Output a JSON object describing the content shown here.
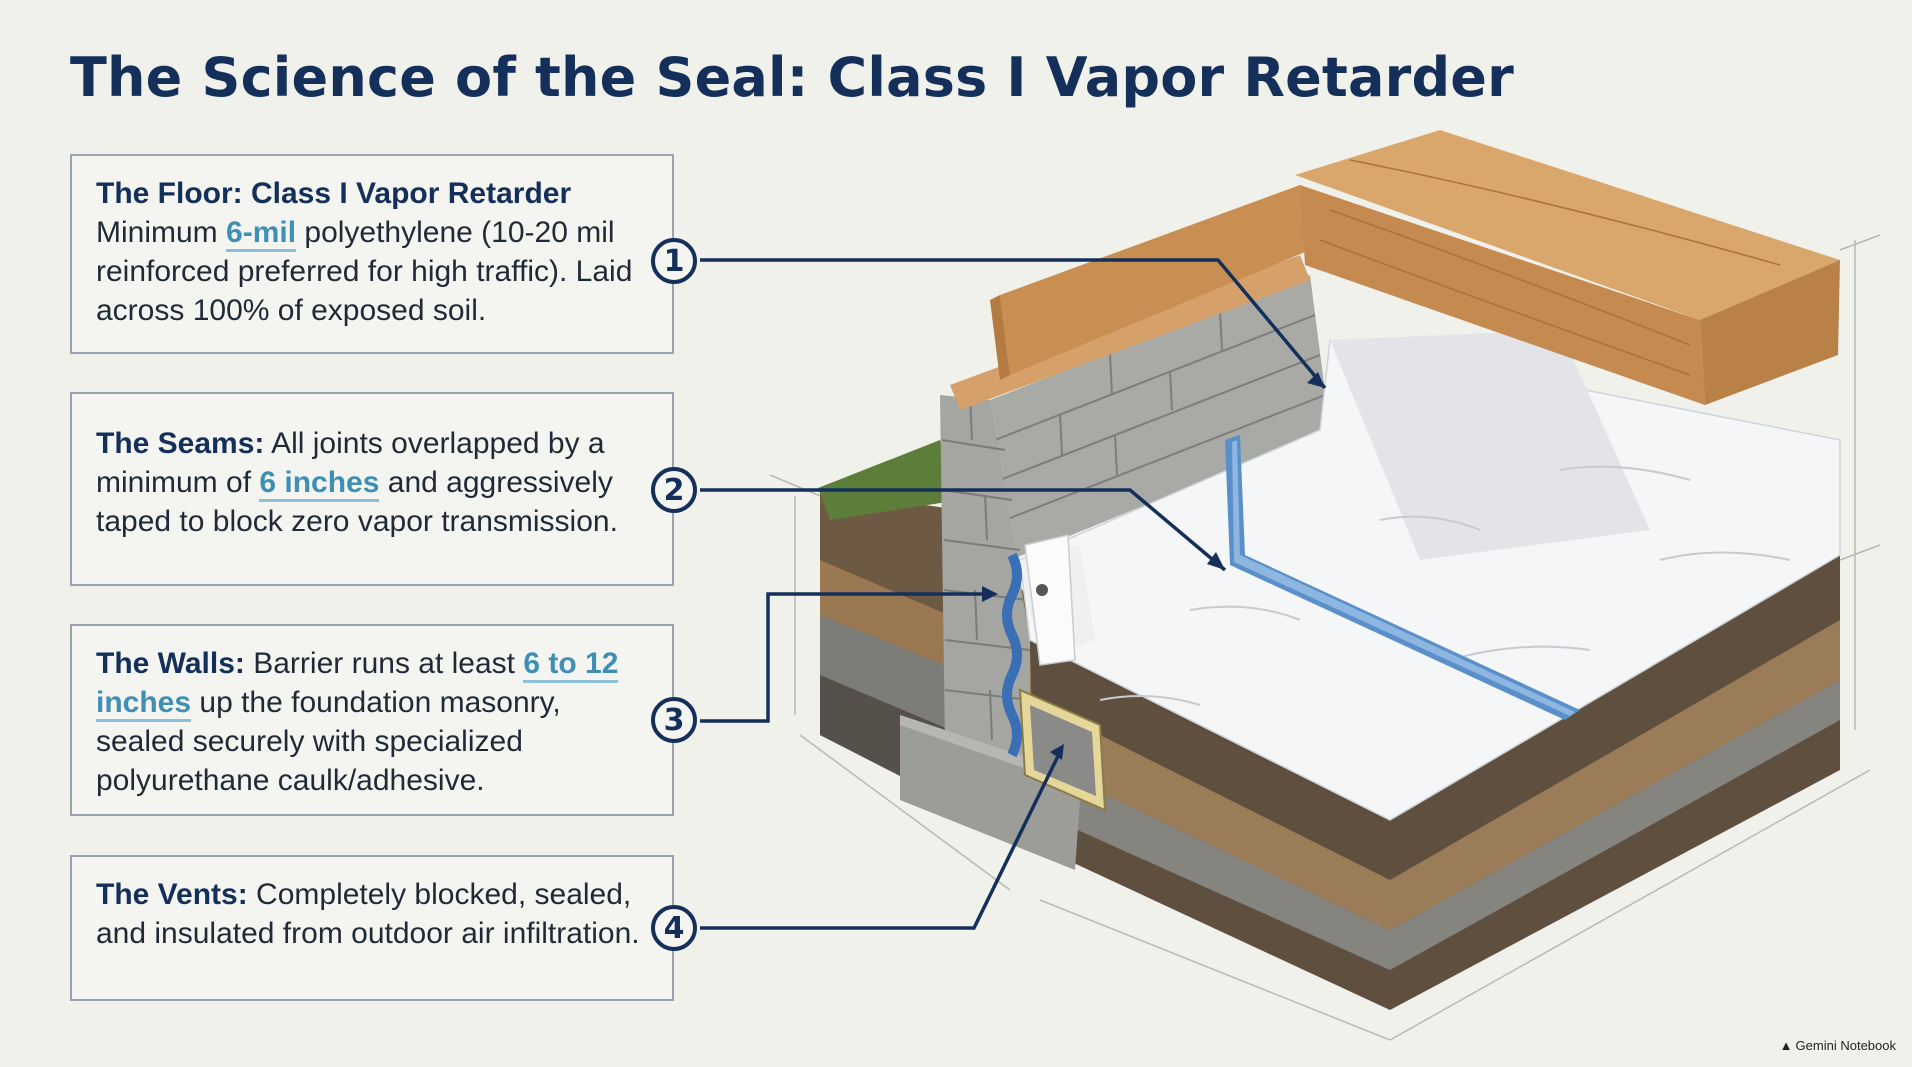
{
  "title": "The Science of the Seal: Class I Vapor Retarder",
  "callouts": [
    {
      "number": "1",
      "heading": "The Floor: Class I Vapor Retarder",
      "before": "Minimum ",
      "highlight": "6-mil",
      "after": " polyethylene (10-20 mil reinforced preferred for high traffic). Laid across 100% of exposed soil."
    },
    {
      "number": "2",
      "heading": "The Seams:",
      "before": " All joints overlapped by a minimum of ",
      "highlight": "6 inches",
      "after": " and aggressively taped to block zero vapor transmission."
    },
    {
      "number": "3",
      "heading": "The Walls:",
      "before": " Barrier runs at least ",
      "highlight": "6 to 12 inches",
      "after": " up the foundation masonry, sealed securely with specialized polyurethane caulk/adhesive."
    },
    {
      "number": "4",
      "heading": "The Vents:",
      "before": " Completely blocked, sealed, and insulated from outdoor air infiltration.",
      "highlight": "",
      "after": ""
    }
  ],
  "brand": {
    "icon": "notebook-logo-icon",
    "label": "Gemini Notebook"
  },
  "colors": {
    "title": "#14305a",
    "highlight": "#3f8fb5",
    "leader": "#14305a",
    "wood": "#c98f52",
    "block": "#a3a39f",
    "barrier": "#f4f6f8",
    "tape": "#5b8fc9"
  }
}
